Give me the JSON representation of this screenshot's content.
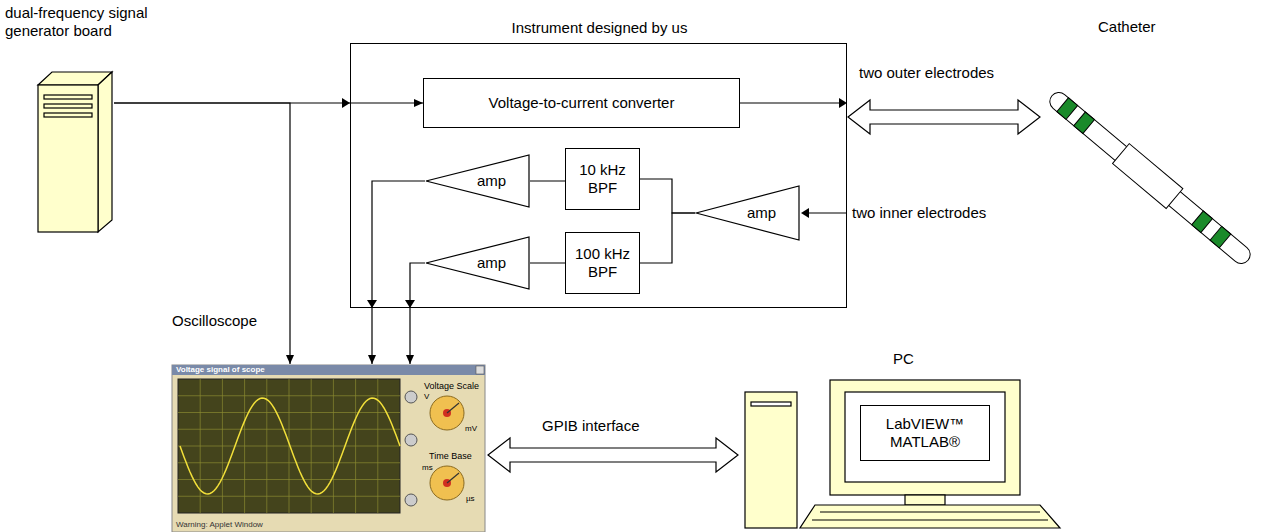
{
  "diagram": {
    "nodes": [
      {
        "text": [
          "dual-frequency signal generator board"
        ]
      },
      {
        "text": [
          "Instrument designed by us"
        ]
      },
      {
        "text": [
          "Voltage-to-current converter"
        ],
        "in": 1
      },
      {
        "text": [
          "amp"
        ],
        "in": 1
      },
      {
        "text": [
          "10 kHz BPF"
        ],
        "in": 1
      },
      {
        "text": [
          "amp"
        ],
        "in": 1
      },
      {
        "text": [
          "amp"
        ],
        "in": 1
      },
      {
        "text": [
          "100 kHz BPF"
        ],
        "in": 1
      },
      {
        "text": [
          "Catheter"
        ]
      },
      {
        "text": [
          "Oscilloscope"
        ]
      },
      {
        "text": [
          "PC"
        ]
      },
      {
        "text": [
          "LabVIEW™",
          "MATLAB®"
        ],
        "in": 10
      }
    ],
    "edges": [
      {
        "from": 0,
        "to": 2,
        "arrow": "to"
      },
      {
        "from": 0,
        "to": 9,
        "arrow": "to"
      },
      {
        "from": 3,
        "to": 9,
        "arrow": "to"
      },
      {
        "from": 6,
        "to": 9,
        "arrow": "to"
      },
      {
        "from": 5,
        "to": 4,
        "arrow": "none"
      },
      {
        "from": 5,
        "to": 7,
        "arrow": "none"
      },
      {
        "from": 4,
        "to": 3,
        "arrow": "none"
      },
      {
        "from": 7,
        "to": 6,
        "arrow": "none"
      },
      {
        "from": 1,
        "to": 8,
        "label": "two outer electrodes",
        "arrow": "both"
      },
      {
        "from": 9,
        "to": 10,
        "label": "GPIB interface",
        "arrow": "both"
      }
    ],
    "labels": [
      "two inner electrodes",
      "Voltage signal of scope",
      "Voltage Scale",
      "Time Base",
      "V",
      "mV",
      "ms",
      "µs",
      "Warning: Applet Window"
    ]
  }
}
